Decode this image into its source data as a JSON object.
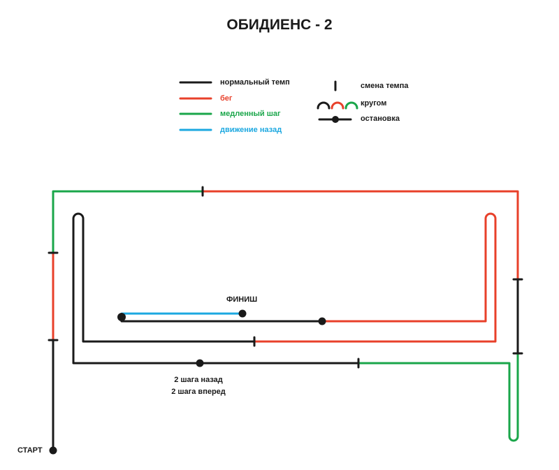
{
  "title": "ОБИДИЕНС - 2",
  "colors": {
    "normal": "#1a1a1a",
    "run": "#e8402a",
    "slow": "#1aa64a",
    "back": "#1ca8e0"
  },
  "legend": {
    "normal": "нормальный темп",
    "run": "бег",
    "slow": "медленный шаг",
    "back": "движение назад",
    "pace_change": "смена темпа",
    "circle": "кругом",
    "stop": "остановка"
  },
  "labels": {
    "start": "СТАРТ",
    "finish": "ФИНИШ",
    "note_line1": "2 шага назад",
    "note_line2": "2 шага вперед"
  }
}
